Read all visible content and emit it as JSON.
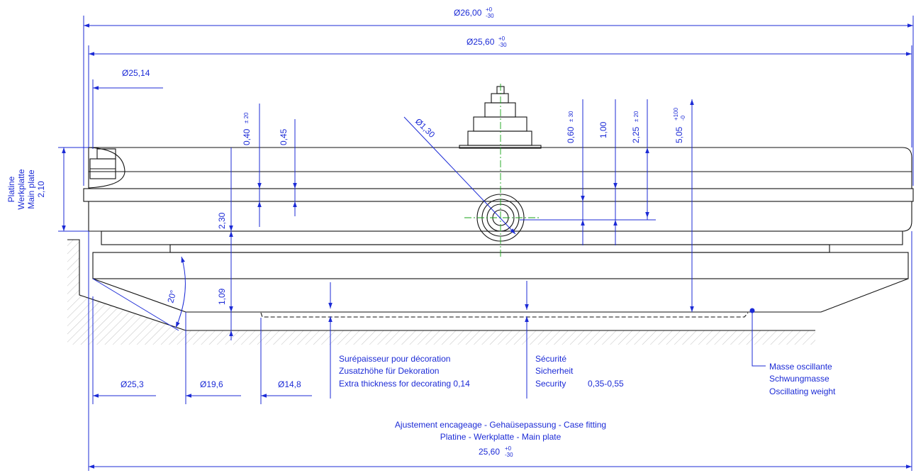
{
  "colors": {
    "dimension": "#1c2bd6",
    "outline": "#111111",
    "centerline": "#17a317",
    "hatch": "#999999"
  },
  "dims": {
    "d2600": {
      "label": "Ø26,00",
      "sup": "+0",
      "sub": "-30"
    },
    "d2560": {
      "label": "Ø25,60",
      "sup": "+0",
      "sub": "-30"
    },
    "d2514": "Ø25,14",
    "t040": {
      "label": "0,40",
      "tol": "± 20"
    },
    "t045": "0,45",
    "d130": "Ø1,30",
    "t060": {
      "label": "0,60",
      "tol": "± 30"
    },
    "t100": "1,00",
    "t225": {
      "label": "2,25",
      "tol": "± 20"
    },
    "t505": {
      "label": "5,05",
      "sup": "+100",
      "sub": "-0"
    },
    "t230": "2,30",
    "t109": "1,09",
    "angle": "20°",
    "d253": "Ø25,3",
    "d196": "Ø19,6",
    "d148": "Ø14,8",
    "bottom": {
      "label": "25,60",
      "sup": "+0",
      "sub": "-30"
    }
  },
  "side_label": {
    "line1": "Platine",
    "line2": "Werkplatte",
    "line3": "Main plate",
    "line4": "2,10"
  },
  "notes": {
    "decoration": {
      "line1": "Surépaisseur pour décoration",
      "line2": "Zusatzhöhe für Dekoration",
      "line3": "Extra thickness for decorating 0,14"
    },
    "security": {
      "line1": "Sécurité",
      "line2": "Sicherheit",
      "line3": "Security",
      "value": "0,35-0,55"
    },
    "weight": {
      "line1": "Masse oscillante",
      "line2": "Schwungmasse",
      "line3": "Oscillating weight"
    },
    "fitting": {
      "line1": "Ajustement encageage - Gehaüsepassung - Case fitting",
      "line2": "Platine - Werkplatte - Main plate"
    }
  }
}
